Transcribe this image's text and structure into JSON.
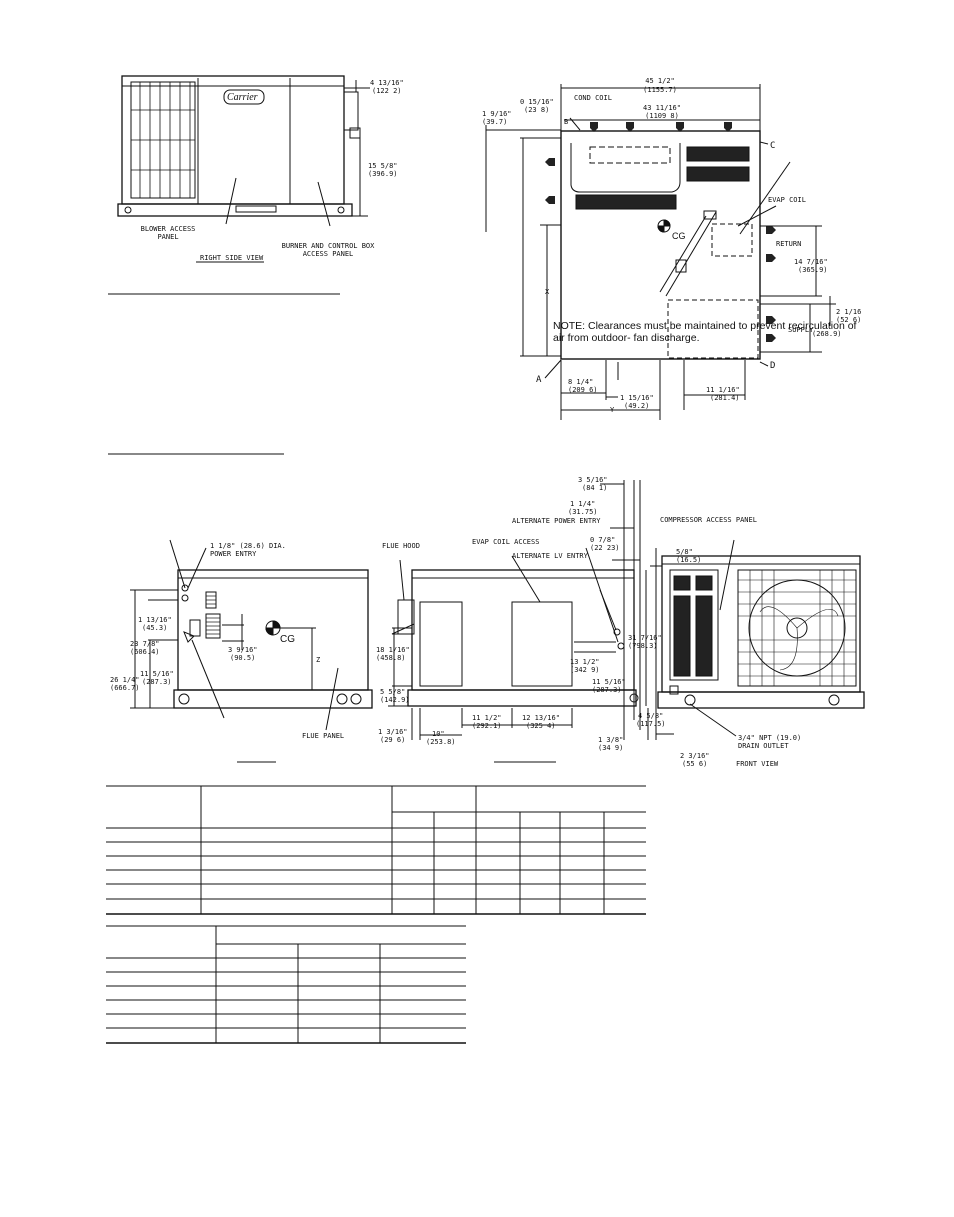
{
  "right_side_view": {
    "logo": "Carrier",
    "dim_top": "4 13/16\"",
    "dim_top_mm": "(122 2)",
    "dim_side": "15 5/8\"",
    "dim_side_mm": "(396.9)",
    "blower_label": "BLOWER ACCESS\nPANEL",
    "burner_label": "BURNER AND CONTROL BOX\nACCESS PANEL",
    "caption": "RIGHT SIDE VIEW"
  },
  "top_view": {
    "overall": "45 1/2\"",
    "overall_mm": "(1155.7)",
    "d1": "1 9/16\"",
    "d1_mm": "(39.7)",
    "d2": "0 15/16\"",
    "d2_mm": "(23 8)",
    "cond_coil": "COND COIL",
    "d3": "43 11/16\"",
    "d3_mm": "(1109 8)",
    "B": "B",
    "C": "C",
    "A": "A",
    "D": "D",
    "X": "X",
    "Y": "Y",
    "evap_coil": "EVAP COIL",
    "cg": "CG",
    "return": "RETURN",
    "d4": "14 7/16\"",
    "d4_mm": "(365.9)",
    "d5": "2 1/16",
    "d5_mm": "(52 6)",
    "supply": "SUPPLY",
    "d6": "(268.9)",
    "d7": "8 1/4\"",
    "d7_mm": "(209 6)",
    "d8": "1 15/16\"",
    "d8_mm": "(49.2)",
    "d9": "11 1/16\"",
    "d9_mm": "(281.4)"
  },
  "note": "NOTE: Clearances must be maintained to prevent recirculation of air from outdoor- fan discharge.",
  "left_view": {
    "power_entry": "1 1/8\" (28.6) DIA.\nPOWER ENTRY",
    "d1": "1 13/16\"",
    "d1_mm": "(45.3)",
    "d2": "23 7/8\"",
    "d2_mm": "(606.4)",
    "d3": "11 5/16\"",
    "d3_mm": "(287.3)",
    "d4": "26 1/4\"",
    "d4_mm": "(666.7)",
    "d5": "3 9/16\"",
    "d5_mm": "(90.5)",
    "cg": "CG",
    "z": "Z",
    "flue_panel": "FLUE PANEL"
  },
  "rear_view": {
    "flue_hood": "FLUE HOOD",
    "evap_access": "EVAP COIL ACCESS",
    "d1": "18 1/16\"",
    "d1_mm": "(458.8)",
    "d2": "5 5/8\"",
    "d2_mm": "(142.9)",
    "d3": "1 3/16\"",
    "d3_mm": "(29 6)",
    "d4": "10\"",
    "d4_mm": "(253.8)",
    "d5": "11 1/2\"",
    "d5_mm": "(292.1)",
    "d6": "12 13/16\"",
    "d6_mm": "(325 4)",
    "d7": "13 1/2\"",
    "d7_mm": "(342 9)",
    "d8": "11 5/16\"",
    "d8_mm": "(287.3)",
    "d9": "3 5/16\"",
    "d9_mm": "(84 1)",
    "d10": "1 1/4\"",
    "d10_mm": "(31.75)",
    "alt_power": "ALTERNATE POWER ENTRY",
    "d11": "0 7/8\"",
    "d11_mm": "(22 23)",
    "alt_lv": "ALTERNATE LV ENTRY",
    "d12": "31 7/16\"",
    "d12_mm": "(798.3)",
    "d13": "1 3/8\"",
    "d13_mm": "(34 9)",
    "d14": "4 5/8\"",
    "d14_mm": "(117.5)"
  },
  "front_view": {
    "compressor_panel": "COMPRESSOR ACCESS PANEL",
    "d1": "5/8\"",
    "d1_mm": "(16.5)",
    "drain": "3/4\" NPT (19.0)\nDRAIN OUTLET",
    "d2": "2 3/16\"",
    "d2_mm": "(55 6)",
    "caption": "FRONT VIEW"
  }
}
